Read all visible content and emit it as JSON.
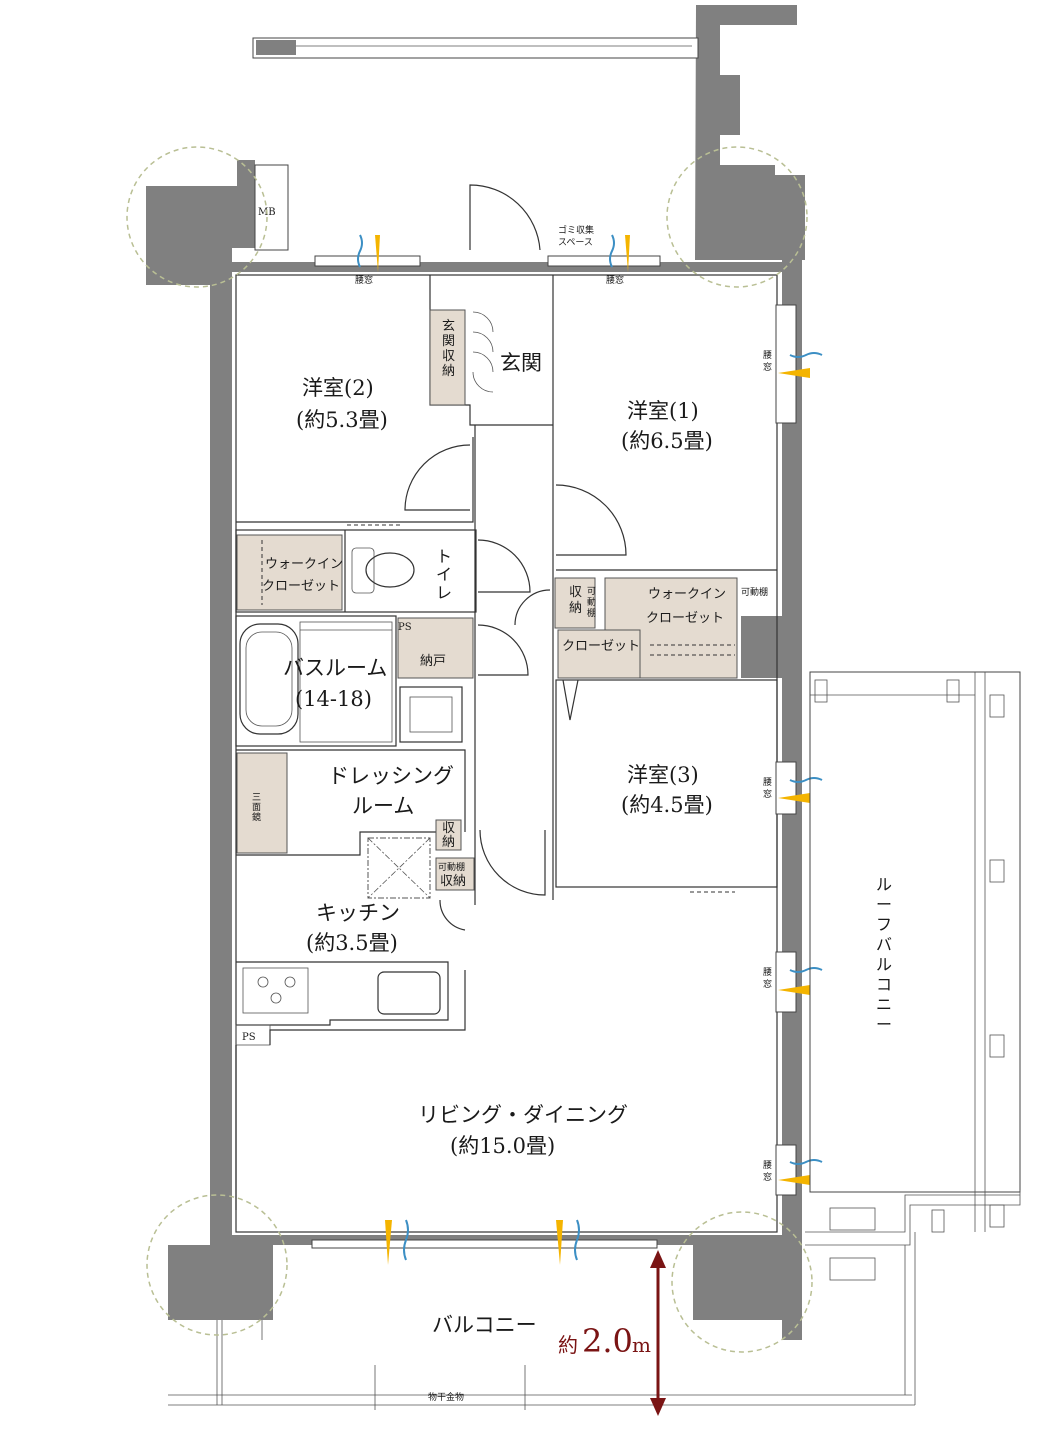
{
  "rooms": {
    "western2_name": "洋室(2)",
    "western2_size": "(約5.3畳)",
    "western1_name": "洋室(1)",
    "western1_size": "(約6.5畳)",
    "western3_name": "洋室(3)",
    "western3_size": "(約4.5畳)",
    "entrance": "玄関",
    "entrance_storage": [
      "玄",
      "関",
      "収",
      "納"
    ],
    "toilet": [
      "ト",
      "イ",
      "レ"
    ],
    "wic_left": [
      "ウォークイン",
      "クローゼット"
    ],
    "wic_right": [
      "ウォークイン",
      "クローゼット"
    ],
    "bathroom_name": "バスルーム",
    "bathroom_size": "(14-18)",
    "nando": "納戸",
    "dressing": [
      "ドレッシング",
      "ルーム"
    ],
    "kitchen_name": "キッチン",
    "kitchen_size": "(約3.5畳)",
    "living_name": "リビング・ダイニング",
    "living_size": "(約15.0畳)",
    "balcony": "バルコニー",
    "roof_balcony": [
      "ル",
      "ー",
      "フ",
      "バ",
      "ル",
      "コ",
      "ニ",
      "ー"
    ],
    "closet": "クローゼット",
    "storage_small": "収納",
    "shu": "収",
    "nou": "納",
    "movable_shelf": "可動棚",
    "movable_shelf_v": [
      "可",
      "動",
      "棚"
    ],
    "movable_shelf_storage": [
      "可動棚",
      "収納"
    ],
    "three_mirror": [
      "三",
      "面",
      "鏡"
    ]
  },
  "labels": {
    "mb": "MB",
    "ps1": "PS",
    "ps2": "PS",
    "waist_window": "腰窓",
    "waist_window_v": [
      "腰",
      "窓"
    ],
    "garbage": [
      "ゴミ収集",
      "スペース"
    ],
    "clothes_hanger": "物干金物"
  },
  "dimension": {
    "prefix": "約",
    "value": "2.0",
    "unit": "m",
    "color": "#7a1414"
  },
  "colors": {
    "wall": "#808080",
    "storage": "#e4dbd0",
    "pillar_circle": "#b9bf94"
  }
}
